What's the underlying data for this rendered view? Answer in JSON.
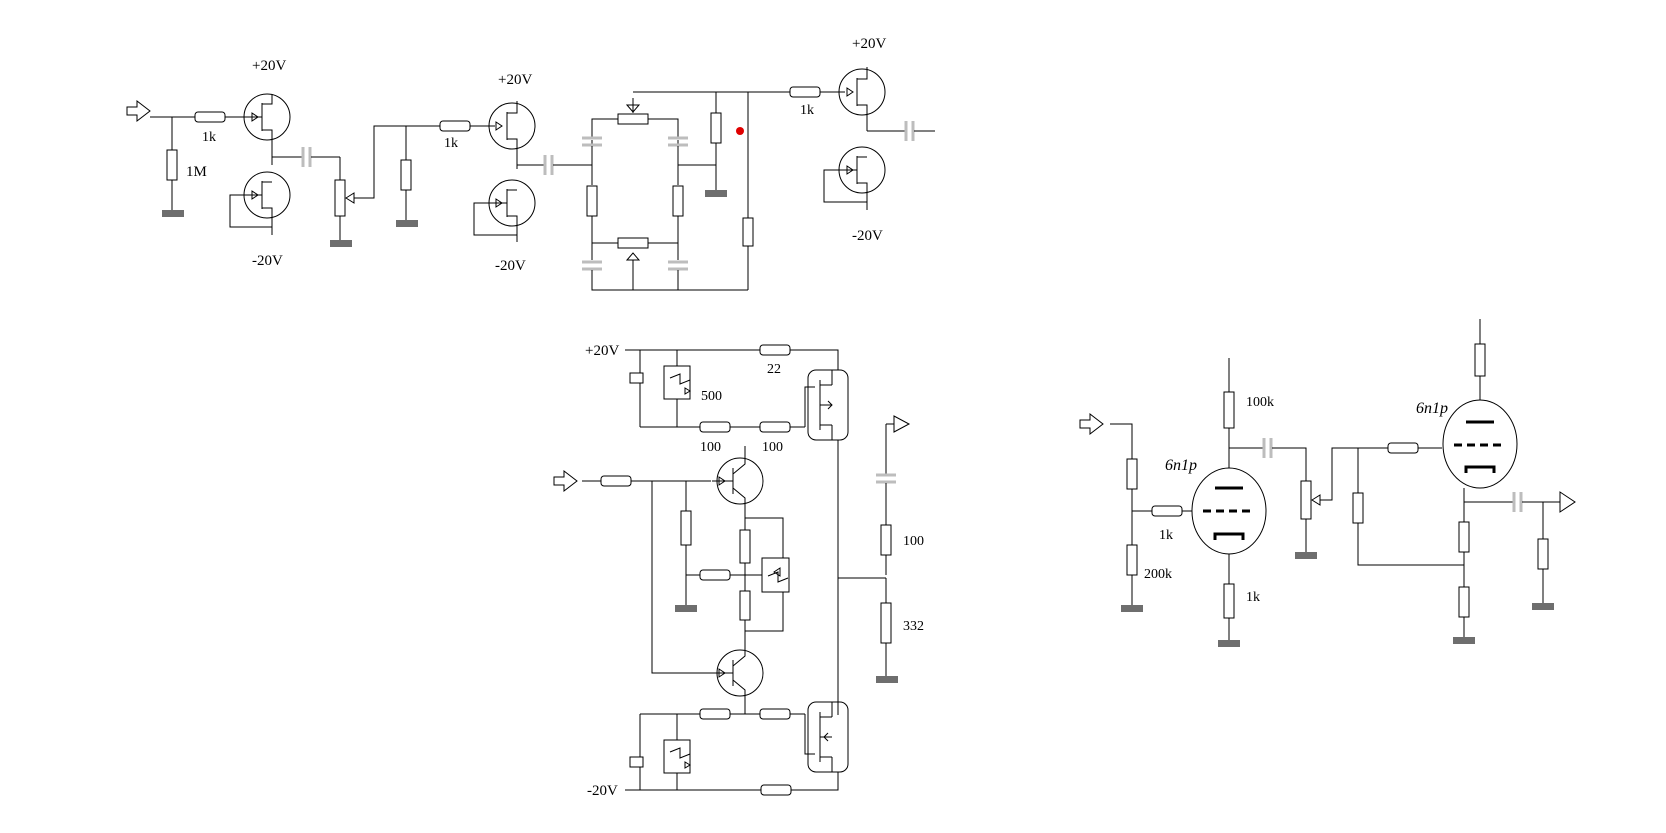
{
  "labels": {
    "a1_vplus": "+20V",
    "a1_vminus": "-20V",
    "a1_r_in": "1k",
    "a1_r_gnd": "1M",
    "a2_vplus": "+20V",
    "a2_vminus": "-20V",
    "a2_r_in": "1k",
    "a3_vplus": "+20V",
    "a3_vminus": "-20V",
    "a3_r_in": "1k",
    "b_vplus": "+20V",
    "b_vminus": "-20V",
    "b_r22": "22",
    "b_r500": "500",
    "b_r100a": "100",
    "b_r100b": "100",
    "b_r100c": "100",
    "b_r332": "332",
    "c_r100k": "100k",
    "c_tube1": "6n1p",
    "c_r1k_grid": "1k",
    "c_r200k": "200k",
    "c_r1k_cath": "1k",
    "c_tube2": "6n1p"
  },
  "colors": {
    "wire": "#000000",
    "capacitor": "#bdbdbd",
    "ground": "#6e6e6e",
    "marker": "#e00000"
  }
}
